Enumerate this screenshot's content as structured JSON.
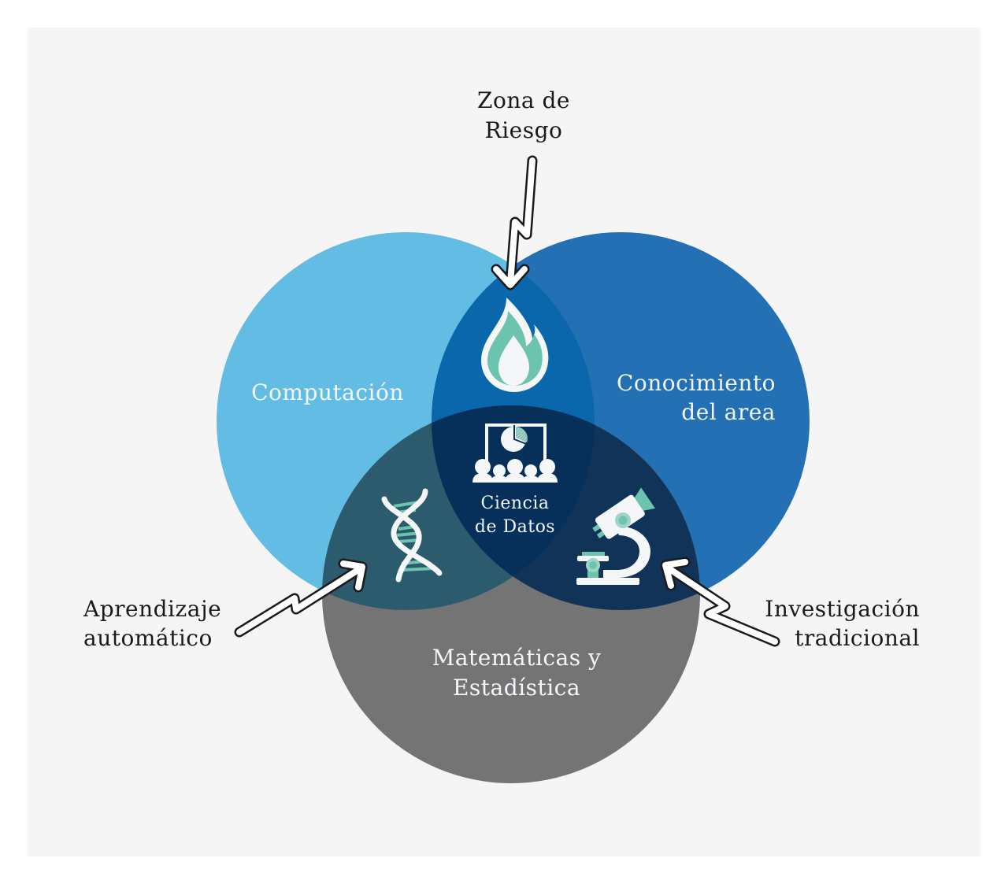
{
  "diagram": {
    "type": "venn",
    "title": "",
    "circles": [
      {
        "id": "computacion",
        "label": "Computación",
        "color": "#62bce4"
      },
      {
        "id": "conocimiento",
        "label_lines": [
          "Conocimiento",
          "del area"
        ],
        "color": "#2370b4"
      },
      {
        "id": "matematicas",
        "label_lines": [
          "Matemáticas y",
          "Estadística"
        ],
        "color": "#747474"
      }
    ],
    "intersections": {
      "computacion_conocimiento": {
        "color": "#0a67ac",
        "icon": "flame-icon",
        "label_lines": [
          "Zona de",
          "Riesgo"
        ]
      },
      "computacion_matematicas": {
        "color": "#2c5b6e",
        "icon": "dna-icon",
        "label_lines": [
          "Aprendizaje",
          "automático"
        ]
      },
      "conocimiento_matematicas": {
        "color": "#123358",
        "icon": "microscope-icon",
        "label_lines": [
          "Investigación",
          "tradicional"
        ]
      },
      "center": {
        "color": "#06305a",
        "icon": "presentation-audience-icon",
        "label_lines": [
          "Ciencia",
          "de Datos"
        ]
      }
    },
    "colors": {
      "background": "#f5f5f5",
      "accent_teal": "#6cc3ae",
      "icon_white": "#f4f6f8",
      "callout_text": "#1a1a1a",
      "circle_text": "#f4f7fb"
    }
  }
}
